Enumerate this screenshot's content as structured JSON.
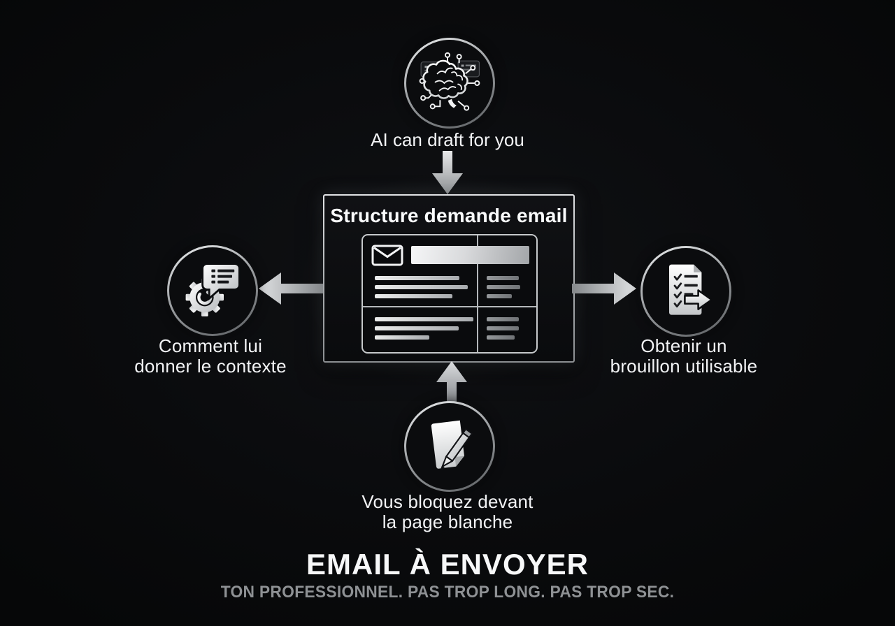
{
  "colors": {
    "background": "#0a0b0d",
    "text": "#f2f3f5",
    "muted_text": "#8e9194",
    "metal_light": "#eef0f1",
    "metal_dark": "#595c5f",
    "box_fill": "#101114"
  },
  "nodes": {
    "top": {
      "icon": "brain-circuit-icon",
      "label": "AI can draft for you"
    },
    "left": {
      "icon": "gear-chat-icon",
      "lines": [
        "Comment lui",
        "donner le contexte"
      ]
    },
    "right": {
      "icon": "checklist-output-icon",
      "lines": [
        "Obtenir un",
        "brouillon utilisable"
      ]
    },
    "bottom": {
      "icon": "blank-page-pencil-icon",
      "lines": [
        "Vous bloquez devant",
        "la page blanche"
      ]
    }
  },
  "center_box": {
    "title": "Structure demande email",
    "icon": "email-wireframe-graphic"
  },
  "footer": {
    "title": "EMAIL À ENVOYER",
    "subtitle": "TON PROFESSIONNEL. PAS TROP LONG. PAS TROP SEC."
  }
}
